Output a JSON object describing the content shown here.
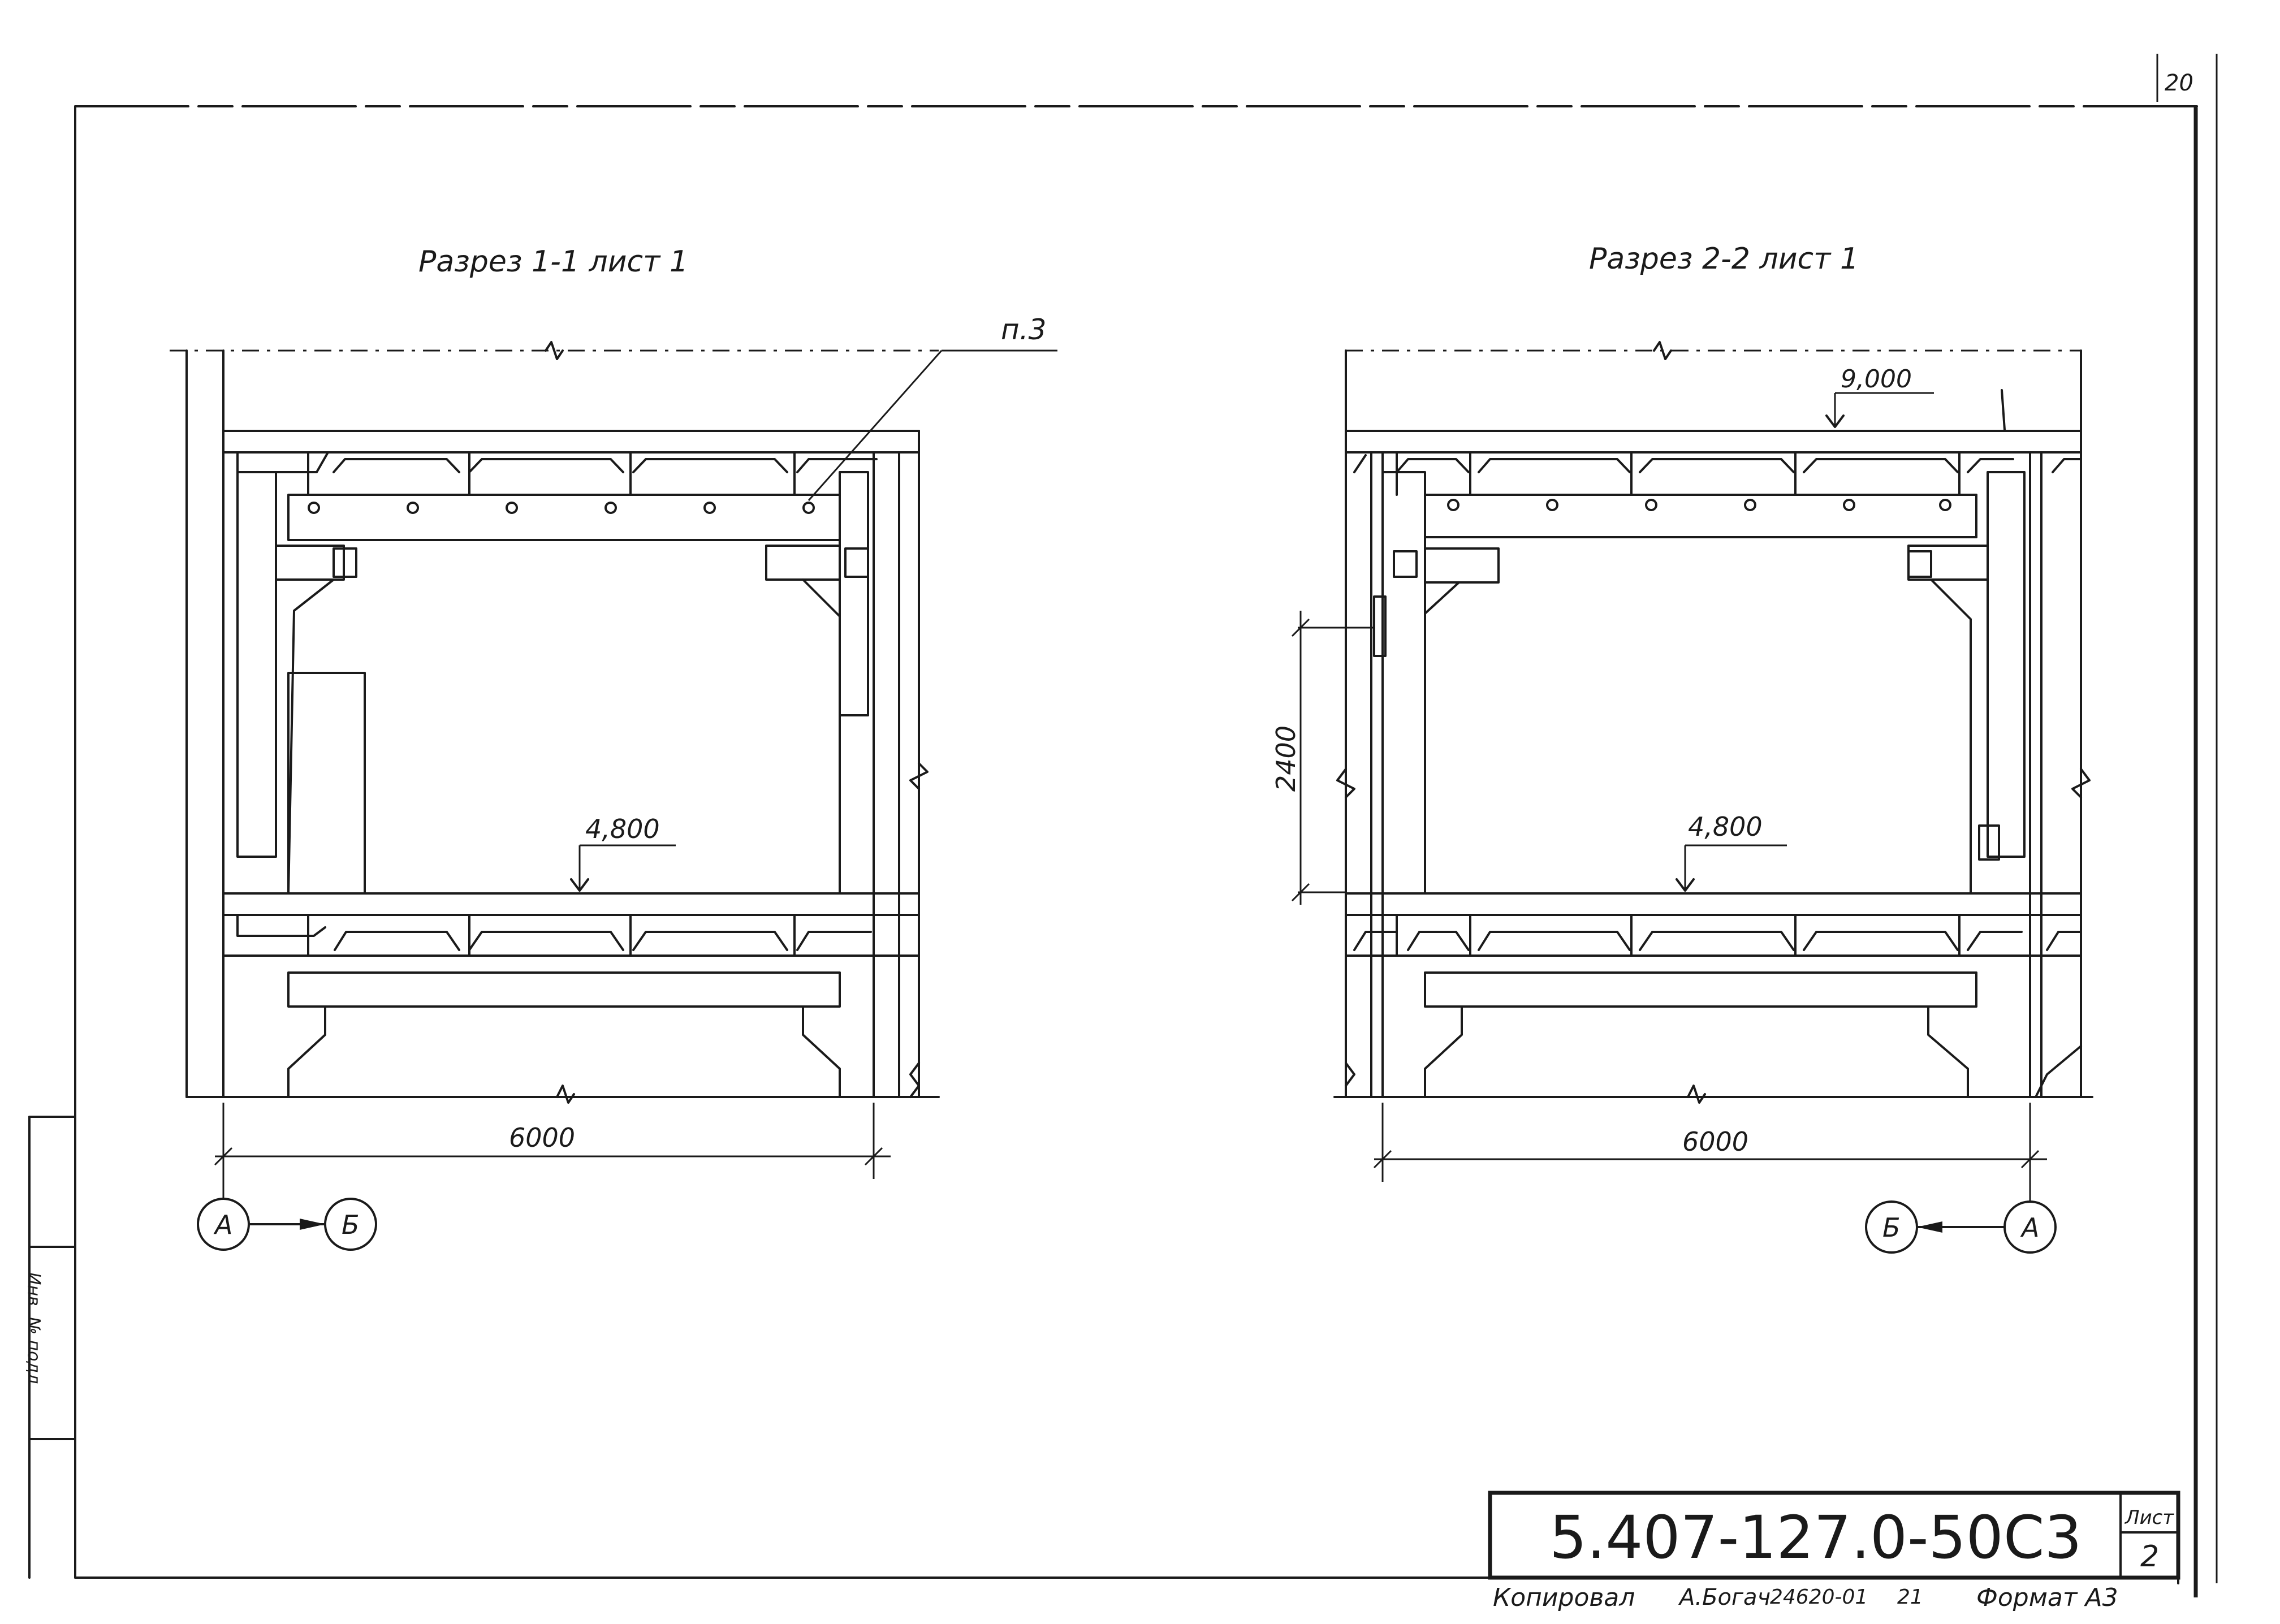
{
  "page_number": "20",
  "sections": [
    {
      "id": "1-1",
      "title": "Разрез 1-1 лист 1",
      "callout": "п.3",
      "level": "4,800",
      "span": "6000",
      "axis_left": "А",
      "axis_right": "Б"
    },
    {
      "id": "2-2",
      "title": "Разрез 2-2 лист 1",
      "level_top": "9,000",
      "level": "4,800",
      "height_dim": "2400",
      "span": "6000",
      "axis_left": "Б",
      "axis_right": "А"
    }
  ],
  "title_block": {
    "designation": "5.407-127.0-50С3",
    "sheet_label": "Лист",
    "sheet_number": "2",
    "copied_by": "Копировал",
    "copier_name": "А.Богач",
    "order_number": "24620-01",
    "order_suffix": "21",
    "format": "Формат А3"
  },
  "side_stamp_text": "Инв. № подл."
}
